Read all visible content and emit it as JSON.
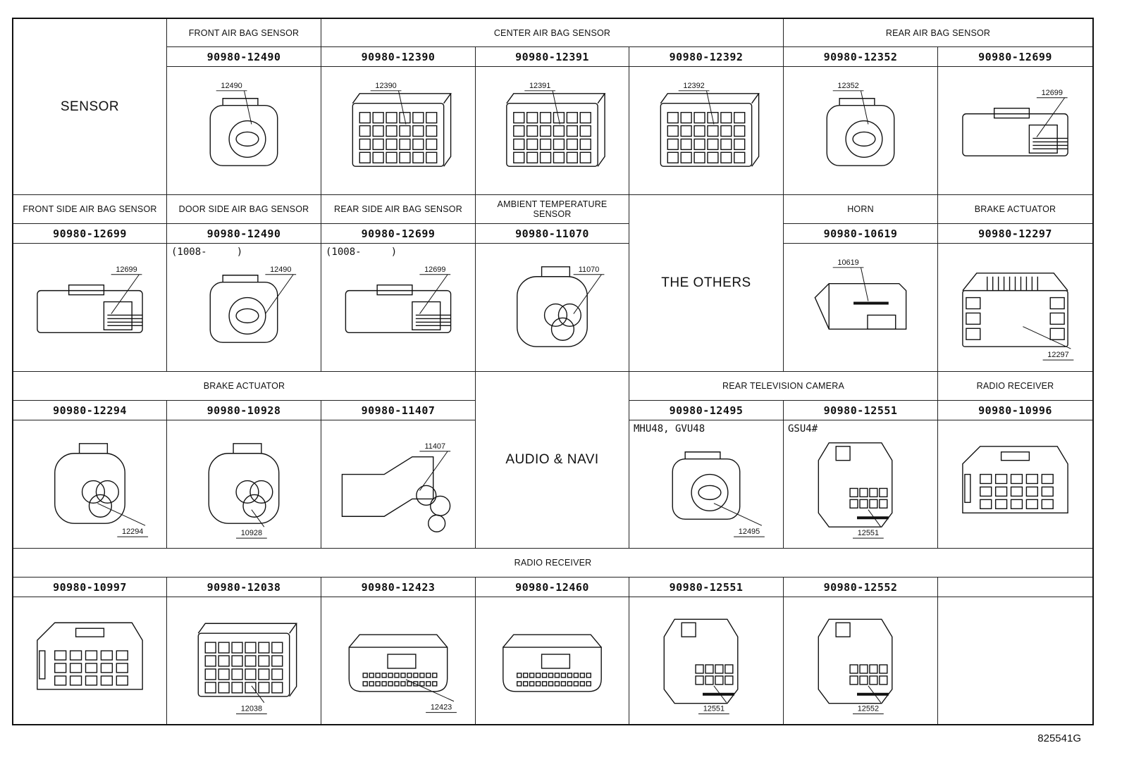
{
  "cells": [
    {
      "name": "section-sensor",
      "kind": "big",
      "c": 0,
      "r": 0,
      "cs": 1,
      "rs": 3,
      "text": "SENSOR"
    },
    {
      "name": "header-front-air-bag-sensor",
      "kind": "hdr",
      "c": 1,
      "r": 0,
      "cs": 1,
      "text": "FRONT AIR BAG SENSOR"
    },
    {
      "name": "header-center-air-bag-sensor",
      "kind": "hdr",
      "c": 2,
      "r": 0,
      "cs": 3,
      "text": "CENTER AIR BAG SENSOR"
    },
    {
      "name": "header-rear-air-bag-sensor",
      "kind": "hdr",
      "c": 5,
      "r": 0,
      "cs": 2,
      "text": "REAR AIR BAG SENSOR"
    },
    {
      "name": "part-number",
      "kind": "pn",
      "c": 1,
      "r": 1,
      "text": "90980-12490"
    },
    {
      "name": "part-number",
      "kind": "pn",
      "c": 2,
      "r": 1,
      "text": "90980-12390"
    },
    {
      "name": "part-number",
      "kind": "pn",
      "c": 3,
      "r": 1,
      "text": "90980-12391"
    },
    {
      "name": "part-number",
      "kind": "pn",
      "c": 4,
      "r": 1,
      "text": "90980-12392"
    },
    {
      "name": "part-number",
      "kind": "pn",
      "c": 5,
      "r": 1,
      "text": "90980-12352"
    },
    {
      "name": "part-number",
      "kind": "pn",
      "c": 6,
      "r": 1,
      "text": "90980-12699"
    },
    {
      "name": "connector-12490",
      "kind": "img",
      "c": 1,
      "r": 2,
      "shape": "round",
      "label": "12490",
      "lpos": "tl"
    },
    {
      "name": "connector-12390",
      "kind": "img",
      "c": 2,
      "r": 2,
      "shape": "block",
      "label": "12390",
      "lpos": "tl"
    },
    {
      "name": "connector-12391",
      "kind": "img",
      "c": 3,
      "r": 2,
      "shape": "block",
      "label": "12391",
      "lpos": "tl"
    },
    {
      "name": "connector-12392",
      "kind": "img",
      "c": 4,
      "r": 2,
      "shape": "block",
      "label": "12392",
      "lpos": "tl"
    },
    {
      "name": "connector-12352",
      "kind": "img",
      "c": 5,
      "r": 2,
      "shape": "round",
      "label": "12352",
      "lpos": "tl"
    },
    {
      "name": "connector-12699",
      "kind": "img",
      "c": 6,
      "r": 2,
      "shape": "side",
      "label": "12699",
      "lpos": "tr"
    },
    {
      "name": "header-front-side-air-bag-sensor",
      "kind": "hdr",
      "c": 0,
      "r": 3,
      "cs": 1,
      "text": "FRONT SIDE AIR BAG SENSOR"
    },
    {
      "name": "header-door-side-air-bag-sensor",
      "kind": "hdr",
      "c": 1,
      "r": 3,
      "cs": 1,
      "text": "DOOR SIDE AIR BAG SENSOR"
    },
    {
      "name": "header-rear-side-air-bag-sensor",
      "kind": "hdr",
      "c": 2,
      "r": 3,
      "cs": 1,
      "text": "REAR SIDE AIR BAG SENSOR"
    },
    {
      "name": "header-ambient-temperature-sensor",
      "kind": "hdr",
      "c": 3,
      "r": 3,
      "cs": 1,
      "text": "AMBIENT TEMPERATURE SENSOR"
    },
    {
      "name": "section-the-others",
      "kind": "big",
      "c": 4,
      "r": 3,
      "cs": 1,
      "rs": 3,
      "text": "THE OTHERS"
    },
    {
      "name": "header-horn",
      "kind": "hdr",
      "c": 5,
      "r": 3,
      "cs": 1,
      "text": "HORN"
    },
    {
      "name": "header-brake-actuator",
      "kind": "hdr",
      "c": 6,
      "r": 3,
      "cs": 1,
      "text": "BRAKE ACTUATOR"
    },
    {
      "name": "part-number",
      "kind": "pn",
      "c": 0,
      "r": 4,
      "text": "90980-12699"
    },
    {
      "name": "part-number",
      "kind": "pn",
      "c": 1,
      "r": 4,
      "text": "90980-12490"
    },
    {
      "name": "part-number",
      "kind": "pn",
      "c": 2,
      "r": 4,
      "text": "90980-12699"
    },
    {
      "name": "part-number",
      "kind": "pn",
      "c": 3,
      "r": 4,
      "text": "90980-11070"
    },
    {
      "name": "part-number",
      "kind": "pn",
      "c": 5,
      "r": 4,
      "text": "90980-10619"
    },
    {
      "name": "part-number",
      "kind": "pn",
      "c": 6,
      "r": 4,
      "text": "90980-12297"
    },
    {
      "name": "connector-12699",
      "kind": "img",
      "c": 0,
      "r": 5,
      "shape": "side",
      "label": "12699",
      "lpos": "tr"
    },
    {
      "name": "connector-12490",
      "kind": "img",
      "c": 1,
      "r": 5,
      "shape": "round",
      "label": "12490",
      "lpos": "tr",
      "note": "(1008-     )"
    },
    {
      "name": "connector-12699",
      "kind": "img",
      "c": 2,
      "r": 5,
      "shape": "side",
      "label": "12699",
      "lpos": "tr",
      "note": "(1008-     )"
    },
    {
      "name": "connector-11070",
      "kind": "img",
      "c": 3,
      "r": 5,
      "shape": "barrel",
      "label": "11070",
      "lpos": "tr"
    },
    {
      "name": "connector-10619",
      "kind": "img",
      "c": 5,
      "r": 5,
      "shape": "flat",
      "label": "10619",
      "lpos": "tl"
    },
    {
      "name": "connector-12297",
      "kind": "img",
      "c": 6,
      "r": 5,
      "shape": "tall",
      "label": "12297",
      "lpos": "br"
    },
    {
      "name": "header-brake-actuator",
      "kind": "hdr",
      "c": 0,
      "r": 6,
      "cs": 3,
      "text": "BRAKE ACTUATOR"
    },
    {
      "name": "section-audio-navi",
      "kind": "big",
      "c": 3,
      "r": 6,
      "cs": 1,
      "rs": 3,
      "text": "AUDIO & NAVI"
    },
    {
      "name": "header-rear-television-camera",
      "kind": "hdr",
      "c": 4,
      "r": 6,
      "cs": 2,
      "text": "REAR TELEVISION CAMERA"
    },
    {
      "name": "header-radio-receiver",
      "kind": "hdr",
      "c": 6,
      "r": 6,
      "cs": 1,
      "text": "RADIO RECEIVER"
    },
    {
      "name": "part-number",
      "kind": "pn",
      "c": 0,
      "r": 7,
      "text": "90980-12294"
    },
    {
      "name": "part-number",
      "kind": "pn",
      "c": 1,
      "r": 7,
      "text": "90980-10928"
    },
    {
      "name": "part-number",
      "kind": "pn",
      "c": 2,
      "r": 7,
      "text": "90980-11407"
    },
    {
      "name": "part-number",
      "kind": "pn",
      "c": 4,
      "r": 7,
      "text": "90980-12495"
    },
    {
      "name": "part-number",
      "kind": "pn",
      "c": 5,
      "r": 7,
      "text": "90980-12551"
    },
    {
      "name": "part-number",
      "kind": "pn",
      "c": 6,
      "r": 7,
      "text": "90980-10996"
    },
    {
      "name": "connector-12294",
      "kind": "img",
      "c": 0,
      "r": 8,
      "shape": "barrel",
      "label": "12294",
      "lpos": "br"
    },
    {
      "name": "connector-10928",
      "kind": "img",
      "c": 1,
      "r": 8,
      "shape": "barrel",
      "label": "10928",
      "lpos": "bc"
    },
    {
      "name": "connector-11407",
      "kind": "img",
      "c": 2,
      "r": 8,
      "shape": "tube",
      "label": "11407",
      "lpos": "tr"
    },
    {
      "name": "connector-12495",
      "kind": "img",
      "c": 4,
      "r": 8,
      "shape": "round",
      "label": "12495",
      "lpos": "br",
      "note": "MHU48, GVU48"
    },
    {
      "name": "connector-12551",
      "kind": "img",
      "c": 5,
      "r": 8,
      "shape": "housing",
      "label": "12551",
      "lpos": "bc",
      "note": "GSU4#"
    },
    {
      "name": "connector-10996",
      "kind": "img",
      "c": 6,
      "r": 8,
      "shape": "radio",
      "label": "",
      "lpos": "none"
    },
    {
      "name": "header-radio-receiver",
      "kind": "hdr",
      "c": 0,
      "r": 9,
      "cs": 7,
      "text": "RADIO RECEIVER"
    },
    {
      "name": "part-number",
      "kind": "pn",
      "c": 0,
      "r": 10,
      "text": "90980-10997"
    },
    {
      "name": "part-number",
      "kind": "pn",
      "c": 1,
      "r": 10,
      "text": "90980-12038"
    },
    {
      "name": "part-number",
      "kind": "pn",
      "c": 2,
      "r": 10,
      "text": "90980-12423"
    },
    {
      "name": "part-number",
      "kind": "pn",
      "c": 3,
      "r": 10,
      "text": "90980-12460"
    },
    {
      "name": "part-number",
      "kind": "pn",
      "c": 4,
      "r": 10,
      "text": "90980-12551"
    },
    {
      "name": "part-number",
      "kind": "pn",
      "c": 5,
      "r": 10,
      "text": "90980-12552"
    },
    {
      "name": "part-number",
      "kind": "pn",
      "c": 6,
      "r": 10,
      "text": ""
    },
    {
      "name": "connector-10997",
      "kind": "img",
      "c": 0,
      "r": 11,
      "shape": "radio",
      "label": "",
      "lpos": "none"
    },
    {
      "name": "connector-12038",
      "kind": "img",
      "c": 1,
      "r": 11,
      "shape": "block",
      "label": "12038",
      "lpos": "bc"
    },
    {
      "name": "connector-12423",
      "kind": "img",
      "c": 2,
      "r": 11,
      "shape": "wide",
      "label": "12423",
      "lpos": "br"
    },
    {
      "name": "connector-12460",
      "kind": "img",
      "c": 3,
      "r": 11,
      "shape": "wide",
      "label": "",
      "lpos": "none"
    },
    {
      "name": "connector-12551",
      "kind": "img",
      "c": 4,
      "r": 11,
      "shape": "housing",
      "label": "12551",
      "lpos": "bc"
    },
    {
      "name": "connector-12552",
      "kind": "img",
      "c": 5,
      "r": 11,
      "shape": "housing",
      "label": "12552",
      "lpos": "bc"
    },
    {
      "name": "empty-cell",
      "kind": "empty",
      "c": 6,
      "r": 11,
      "text": ""
    }
  ],
  "figure_code": "825541G"
}
